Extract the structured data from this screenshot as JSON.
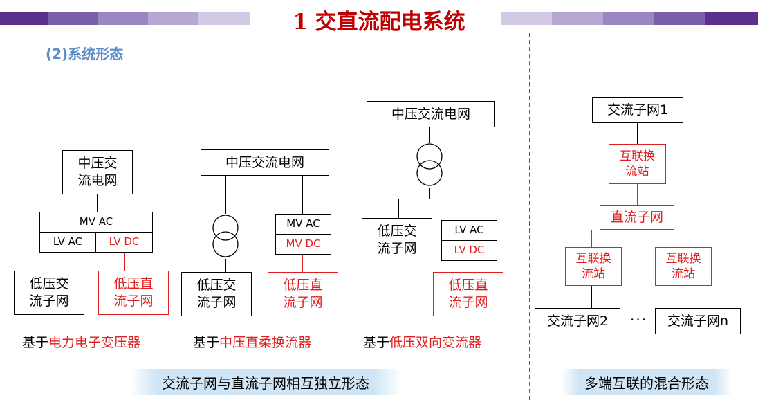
{
  "header": {
    "title": "1 交直流配电系统",
    "subtitle": "(2)系统形态",
    "bar_colors": [
      "#5b2f8e",
      "#7b5ea8",
      "#9a86c0",
      "#b6a8d2",
      "#d2c9e4"
    ]
  },
  "colors": {
    "red": "#e02020",
    "title_red": "#c00000",
    "subtitle_blue": "#5b8ec8",
    "banner_blue": "#cfe5f5"
  },
  "diagram1": {
    "mv_grid": "中压交\n流电网",
    "mv_ac": "MV AC",
    "lv_ac": "LV AC",
    "lv_dc": "LV DC",
    "lv_ac_grid": "低压交\n流子网",
    "lv_dc_grid": "低压直\n流子网",
    "caption_prefix": "基于",
    "caption_highlight": "电力电子变压器"
  },
  "diagram2": {
    "mv_grid": "中压交流电网",
    "mv_ac": "MV AC",
    "mv_dc": "MV DC",
    "lv_ac_grid": "低压交\n流子网",
    "lv_dc_grid": "低压直\n流子网",
    "caption_prefix": "基于",
    "caption_highlight": "中压直柔换流器"
  },
  "diagram3": {
    "mv_grid": "中压交流电网",
    "lv_ac": "LV AC",
    "lv_dc": "LV DC",
    "lv_ac_grid": "低压交\n流子网",
    "lv_dc_grid": "低压直\n流子网",
    "caption_prefix": "基于",
    "caption_highlight": "低压双向变流器"
  },
  "diagram4": {
    "ac_grid_1": "交流子网1",
    "converter_top": "互联换\n流站",
    "dc_grid": "直流子网",
    "converter_left": "互联换\n流站",
    "converter_right": "互联换\n流站",
    "ac_grid_2": "交流子网2",
    "ellipsis": "···",
    "ac_grid_n": "交流子网n"
  },
  "banners": {
    "left": "交流子网与直流子网相互独立形态",
    "right": "多端互联的混合形态"
  }
}
